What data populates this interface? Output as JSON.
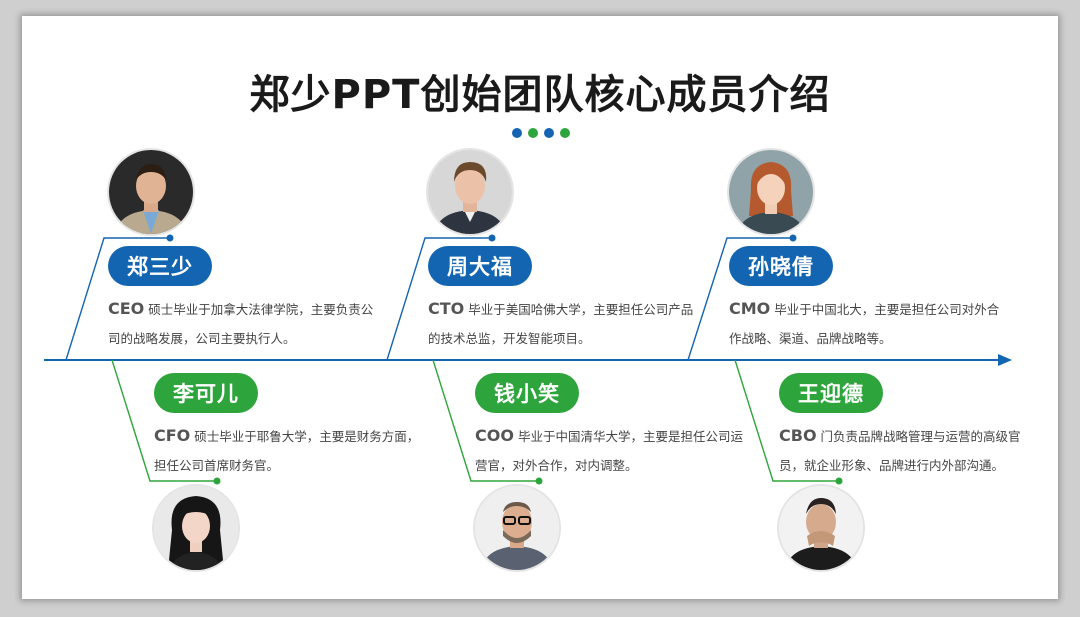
{
  "slide": {
    "title": "郑少PPT创始团队核心成员介绍",
    "accent_blue": "#1465b1",
    "accent_green": "#2ea53c",
    "dot_colors": [
      "#1465b1",
      "#2ea53c",
      "#1465b1",
      "#2ea53c"
    ]
  },
  "members": [
    {
      "name": "郑三少",
      "role": "CEO",
      "desc": "硕士毕业于加拿大法律学院，主要负责公司的战略发展，公司主要执行人。",
      "color": "blue",
      "icon": "avatar-man-icon"
    },
    {
      "name": "周大福",
      "role": "CTO",
      "desc": "毕业于美国哈佛大学，主要担任公司产品的技术总监，开发智能项目。",
      "color": "blue",
      "icon": "avatar-man-icon"
    },
    {
      "name": "孙晓倩",
      "role": "CMO",
      "desc": "毕业于中国北大，主要是担任公司对外合作战略、渠道、品牌战略等。",
      "color": "blue",
      "icon": "avatar-woman-icon"
    },
    {
      "name": "李可儿",
      "role": "CFO",
      "desc": "硕士毕业于耶鲁大学，主要是财务方面，担任公司首席财务官。",
      "color": "green",
      "icon": "avatar-woman-icon"
    },
    {
      "name": "钱小笑",
      "role": "COO",
      "desc": "毕业于中国清华大学，主要是担任公司运营官，对外合作，对内调整。",
      "color": "green",
      "icon": "avatar-man-icon"
    },
    {
      "name": "王迎德",
      "role": "CBO",
      "desc": "门负责品牌战略管理与运营的高级官员，就企业形象、品牌进行内外部沟通。",
      "color": "green",
      "icon": "avatar-man-icon"
    }
  ]
}
